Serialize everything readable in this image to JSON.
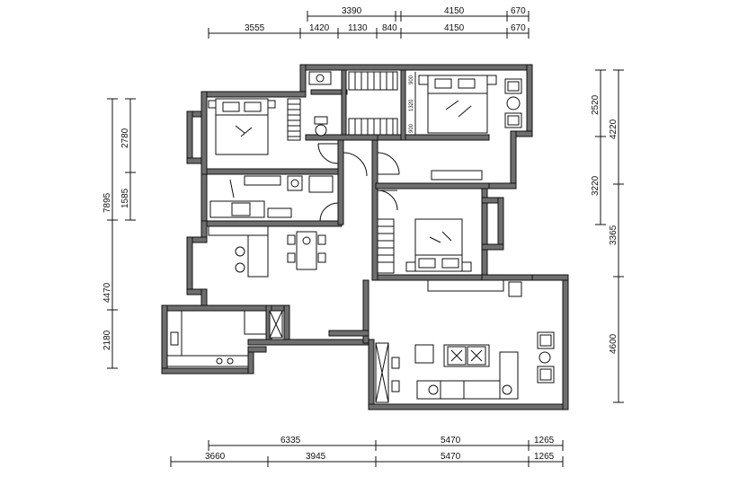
{
  "dimensions": {
    "top_outer": [
      "3390",
      "4150",
      "670"
    ],
    "top_inner": [
      "3555",
      "1420",
      "1130",
      "840",
      "4150",
      "670"
    ],
    "left_outer": [
      "7895",
      "4470",
      "2180"
    ],
    "left_inner": [
      "2780",
      "1585"
    ],
    "right_outer": [
      "2520",
      "4220",
      "3220",
      "3365",
      "4600"
    ],
    "bottom_outer": [
      "6335",
      "5470",
      "1265"
    ],
    "bottom_inner": [
      "3660",
      "3945",
      "5470",
      "1265"
    ]
  },
  "annotations": {
    "closet_900_a": "900",
    "closet_1320": "1320",
    "closet_900_b": "900"
  }
}
